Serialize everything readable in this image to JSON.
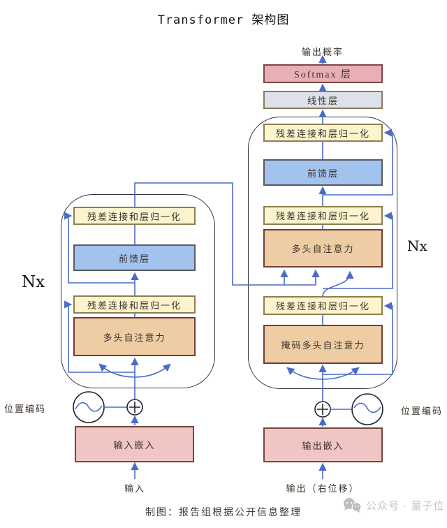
{
  "title": "Transformer 架构图",
  "top": {
    "output_prob": "输出概率",
    "softmax": "Softmax 层",
    "linear": "线性层"
  },
  "decoder": {
    "add_norm_1": "残差连接和层归一化",
    "ffn": "前馈层",
    "add_norm_2": "残差连接和层归一化",
    "cross_attention": "多头自注意力",
    "add_norm_3": "残差连接和层归一化",
    "masked_attention": "掩码多头自注意力",
    "nx": "Nx",
    "pos_enc": "位置编码",
    "embedding": "输出嵌入",
    "io_label": "输出（右位移）"
  },
  "encoder": {
    "add_norm_1": "残差连接和层归一化",
    "ffn": "前馈层",
    "add_norm_2": "残差连接和层归一化",
    "attention": "多头自注意力",
    "nx": "Nx",
    "pos_enc": "位置编码",
    "embedding": "输入嵌入",
    "io_label": "输入"
  },
  "footer": {
    "credit": "制图：报告组根据公开信息整理",
    "watermark": "公众号 · 量子位"
  },
  "colors": {
    "arrow": "#4a6cc8",
    "container_border": "#2f3242",
    "circle_border": "#20242c",
    "softmax_fill": "#e8b0b5",
    "softmax_border": "#7d4848",
    "linear_fill": "#dde2ea",
    "linear_border": "#8c7a5c",
    "addnorm_fill": "#fcf3cf",
    "addnorm_border": "#8f7d4f",
    "ffn_fill": "#a3c3ef",
    "ffn_border": "#585a62",
    "attn_fill": "#eecda4",
    "attn_border": "#713f35",
    "emb_fill": "#f1c5c4",
    "emb_border": "#70483c",
    "watermark": "#c6c6c6"
  }
}
